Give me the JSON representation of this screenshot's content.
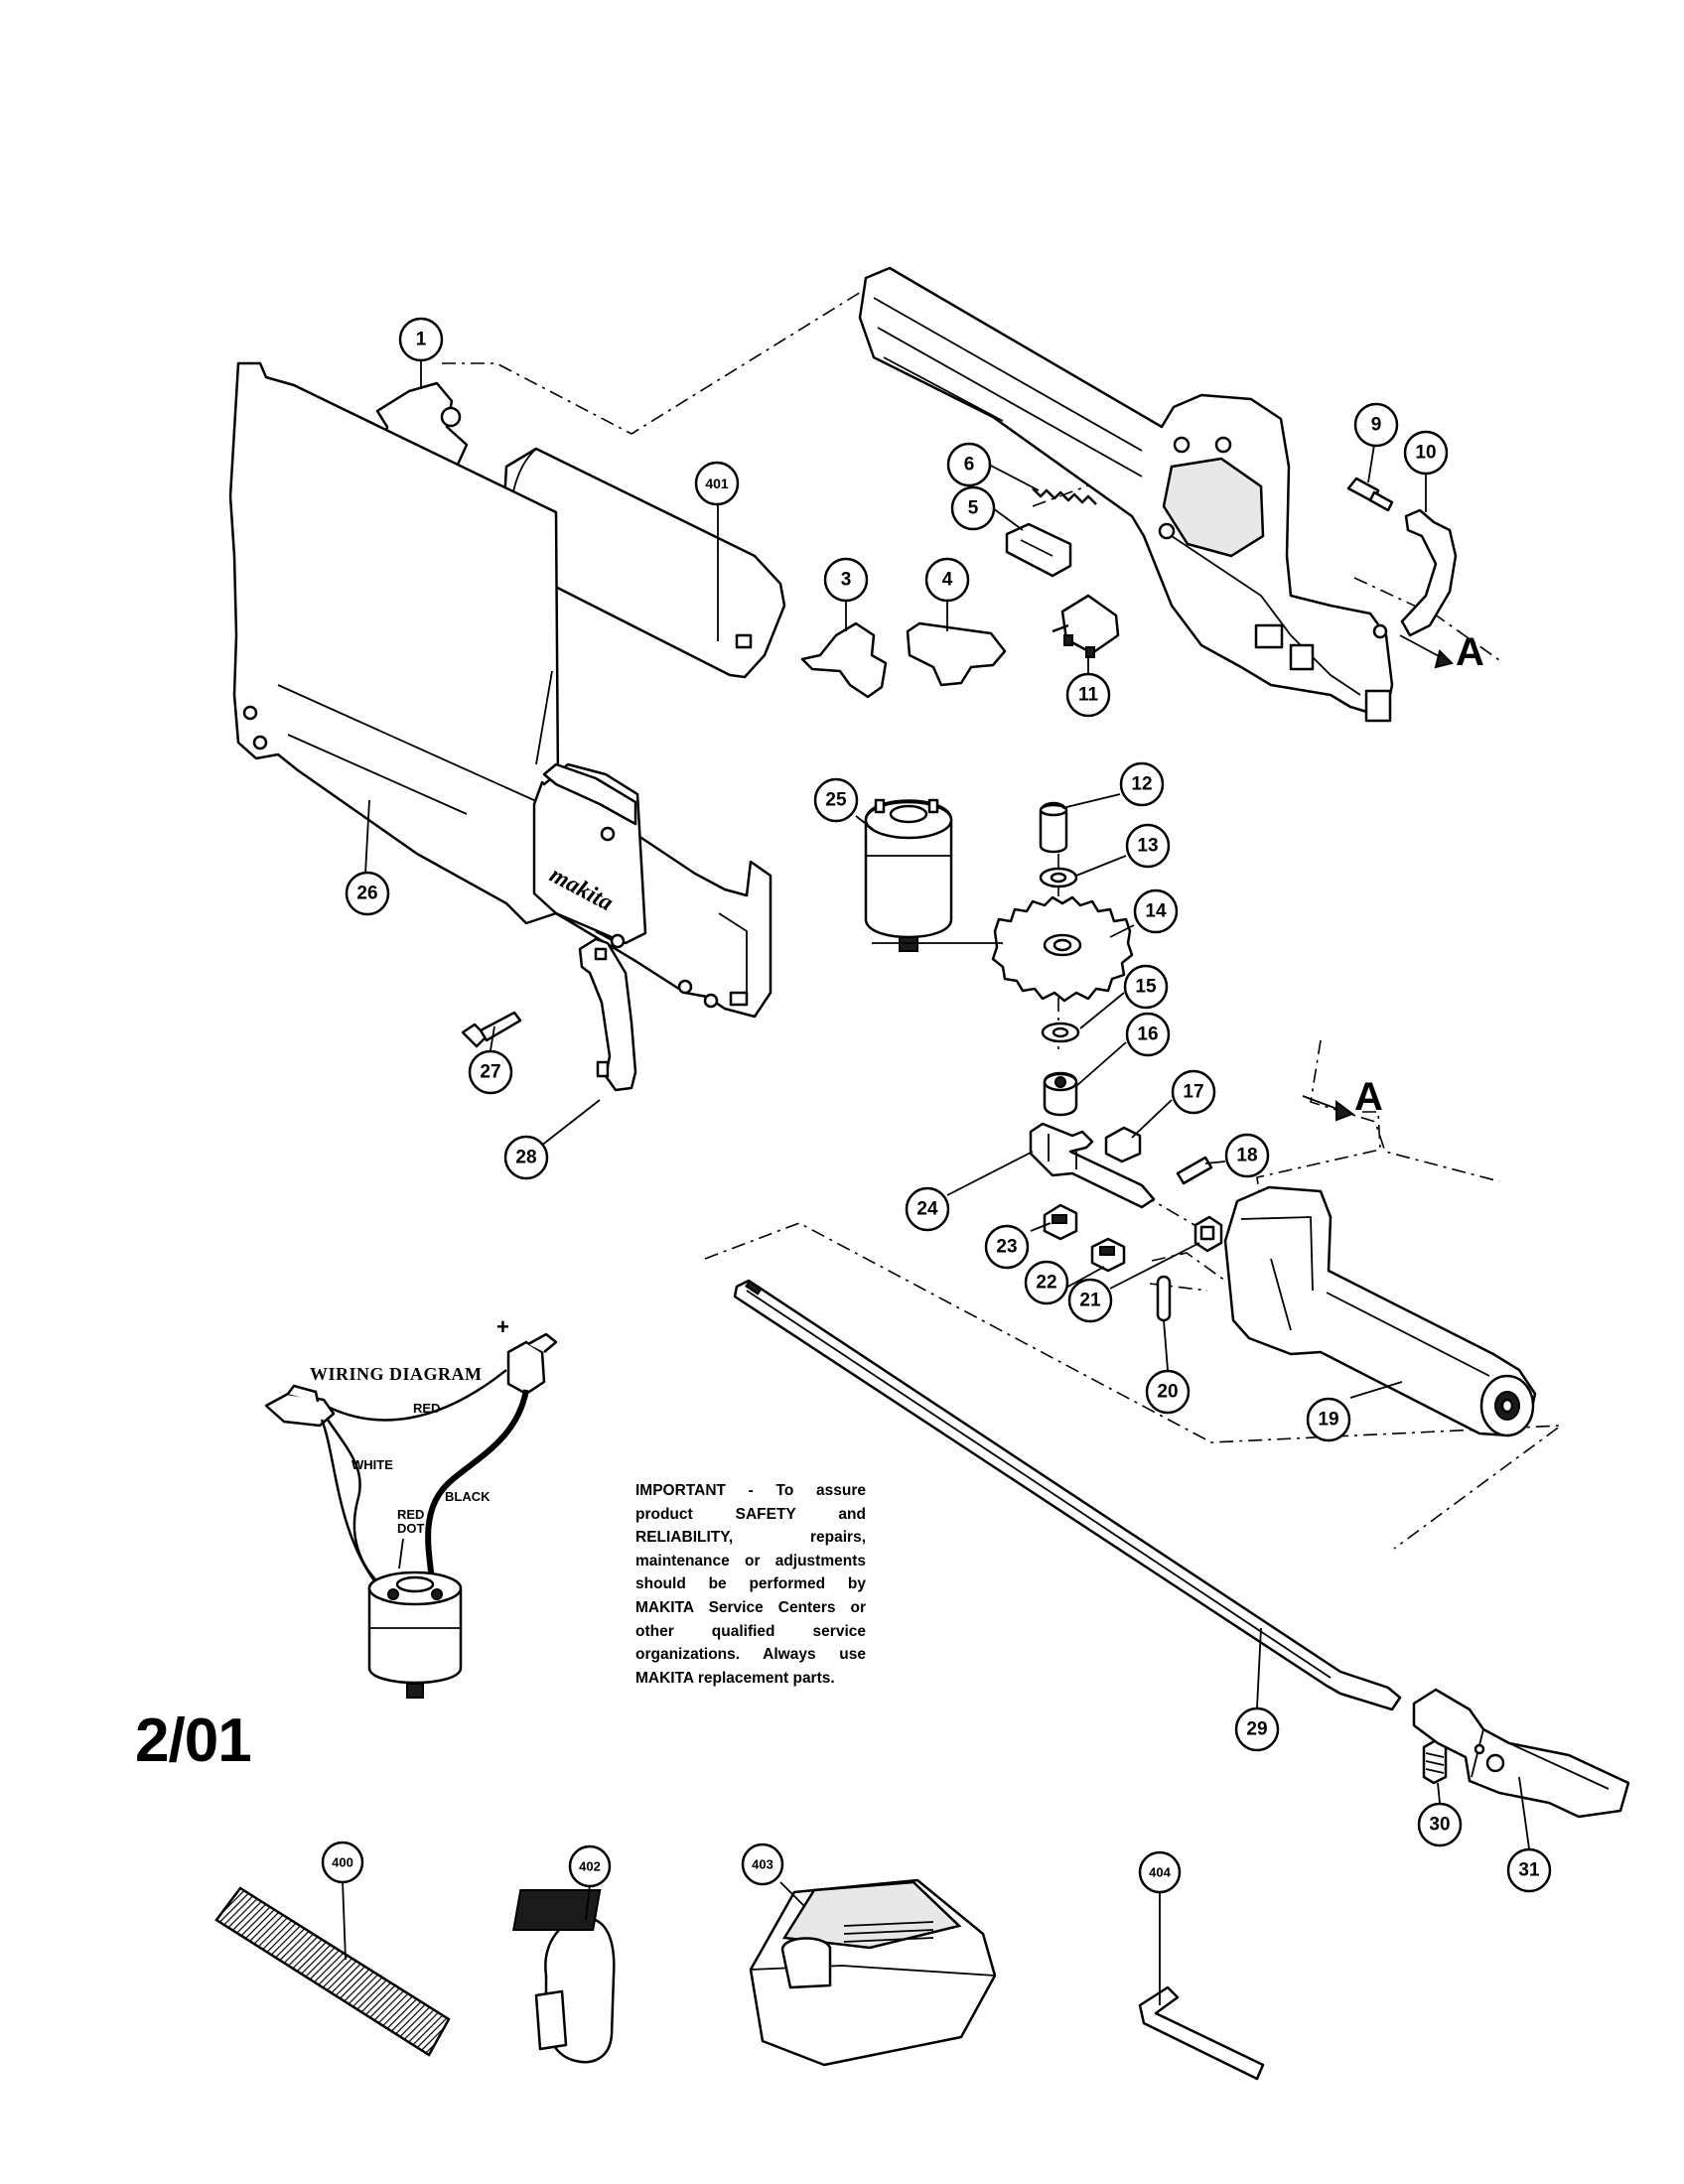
{
  "date_code": "2/01",
  "important_note": "IMPORTANT - To assure product SAFETY and RELIABILITY, repairs, maintenance or adjustments should be performed by MAKITA Service Centers or other qualified service organizations. Always use MAKITA replacement parts.",
  "brand_logo": "makita",
  "section_markers": [
    "A",
    "A"
  ],
  "wiring_diagram": {
    "title": "WIRING DIAGRAM",
    "plus_sign": "+",
    "labels": {
      "red": "RED",
      "white": "WHITE",
      "black": "BLACK",
      "red_dot_1": "RED",
      "red_dot_2": "DOT"
    }
  },
  "callouts": [
    "1",
    "3",
    "4",
    "5",
    "6",
    "9",
    "10",
    "11",
    "12",
    "13",
    "14",
    "15",
    "16",
    "17",
    "18",
    "19",
    "20",
    "21",
    "22",
    "23",
    "24",
    "25",
    "26",
    "27",
    "28",
    "29",
    "30",
    "31",
    "400",
    "401",
    "402",
    "403",
    "404"
  ]
}
